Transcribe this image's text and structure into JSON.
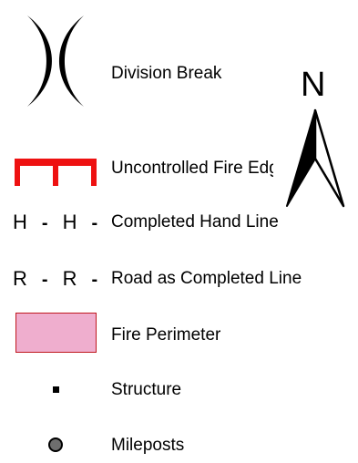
{
  "legend": {
    "items": [
      {
        "label": "Division Break",
        "icon": "division-break-icon"
      },
      {
        "label": "Uncontrolled Fire Edge",
        "icon": "uncontrolled-fire-edge-icon",
        "color": "#ee1111"
      },
      {
        "label": "Completed Hand Line",
        "symbol": [
          "H",
          "-",
          "H",
          "-"
        ]
      },
      {
        "label": "Road as Completed Line",
        "symbol": [
          "R",
          "-",
          "R",
          "-"
        ]
      },
      {
        "label": "Fire Perimeter",
        "icon": "fire-perimeter-swatch",
        "fill": "#efaece",
        "stroke": "#c0181f"
      },
      {
        "label": "Structure",
        "icon": "structure-square-icon"
      },
      {
        "label": "Mileposts",
        "icon": "milepost-circle-icon",
        "fill": "#6e6e6e"
      }
    ]
  },
  "north_arrow": {
    "letter": "N",
    "icon": "north-arrow-icon"
  }
}
